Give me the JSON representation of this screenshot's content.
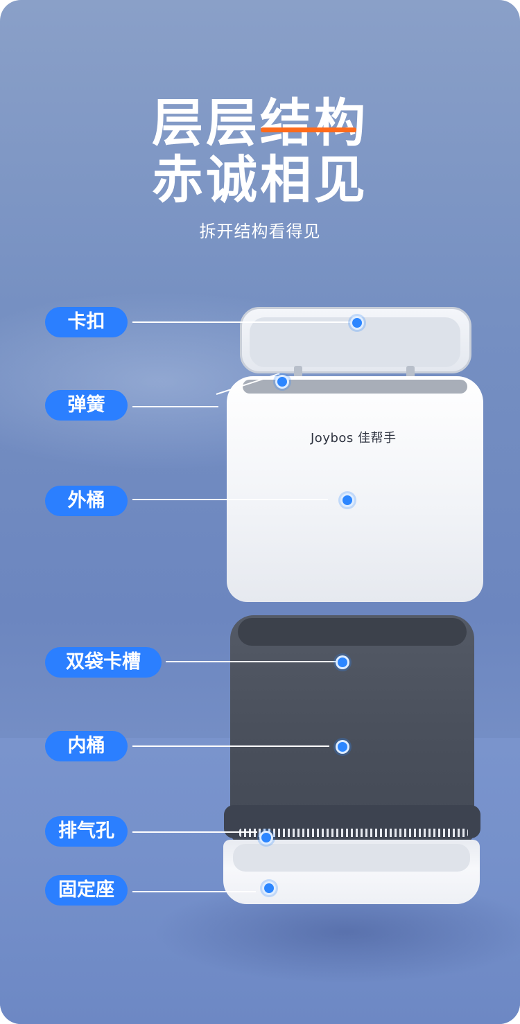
{
  "header": {
    "title_line1": "层层结构",
    "title_line2": "赤诚相见",
    "subtitle": "拆开结构看得见",
    "underline_color": "#ff6a1a"
  },
  "product": {
    "brand": "Joybos 佳帮手"
  },
  "colors": {
    "pill_background": "#2b7fff",
    "dot": "#2c86ff"
  },
  "callouts": [
    {
      "label": "卡扣"
    },
    {
      "label": "弹簧"
    },
    {
      "label": "外桶"
    },
    {
      "label": "双袋卡槽"
    },
    {
      "label": "内桶"
    },
    {
      "label": "排气孔"
    },
    {
      "label": "固定座"
    }
  ]
}
